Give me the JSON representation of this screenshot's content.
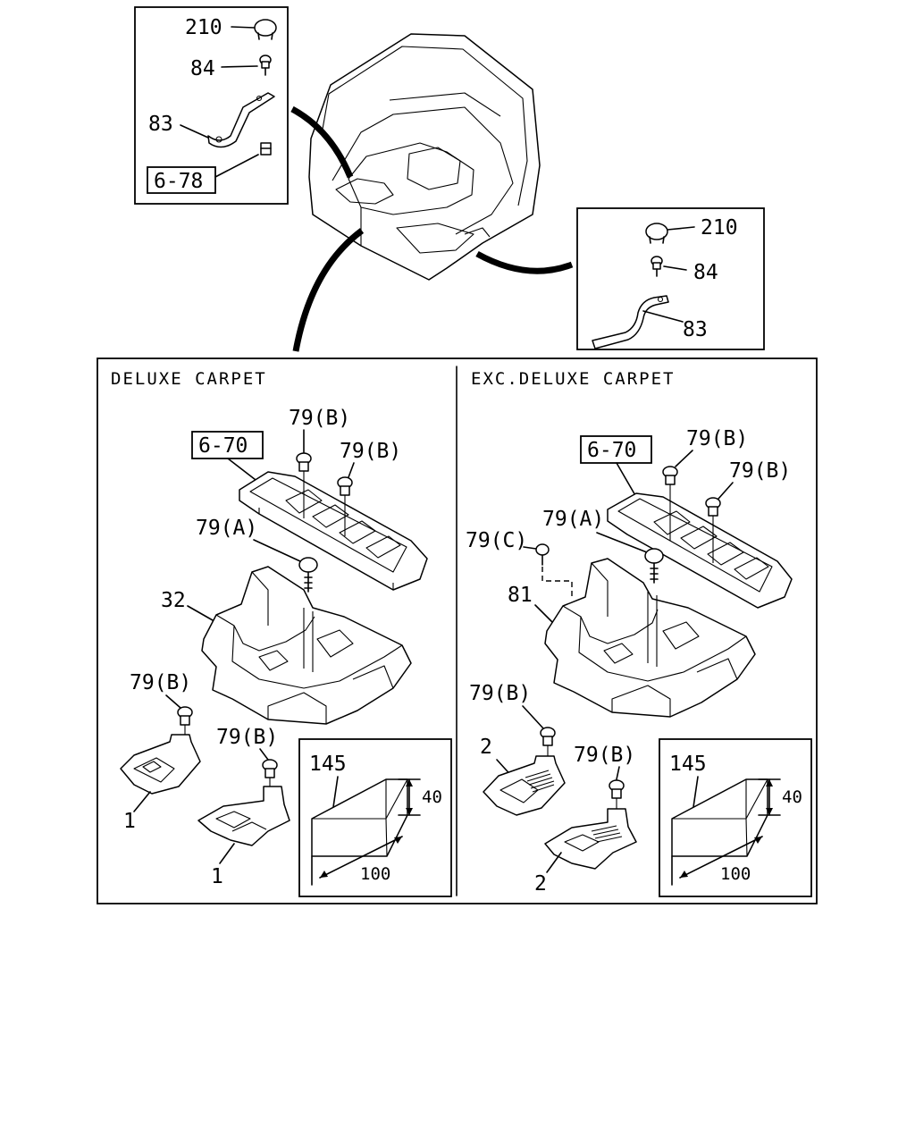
{
  "sections": {
    "deluxe": {
      "title": "DELUXE CARPET"
    },
    "exc_deluxe": {
      "title": "EXC.DELUXE CARPET"
    }
  },
  "callouts": {
    "tl_210": "210",
    "tl_84": "84",
    "tl_83": "83",
    "tl_ref_678": "6-78",
    "tr_210": "210",
    "tr_84": "84",
    "tr_83": "83",
    "l_ref_670": "6-70",
    "l_79b_1": "79(B)",
    "l_79b_2": "79(B)",
    "l_79a": "79(A)",
    "l_32": "32",
    "l_79b_3": "79(B)",
    "l_79b_4": "79(B)",
    "l_1a": "1",
    "l_1b": "1",
    "r_ref_670": "6-70",
    "r_79b_1": "79(B)",
    "r_79b_2": "79(B)",
    "r_79a": "79(A)",
    "r_79c": "79(C)",
    "r_81": "81",
    "r_79b_3": "79(B)",
    "r_79b_4": "79(B)",
    "r_2a": "2",
    "r_2b": "2"
  },
  "insets": {
    "left": {
      "part": "145",
      "height": "40",
      "width": "100"
    },
    "right": {
      "part": "145",
      "height": "40",
      "width": "100"
    }
  }
}
